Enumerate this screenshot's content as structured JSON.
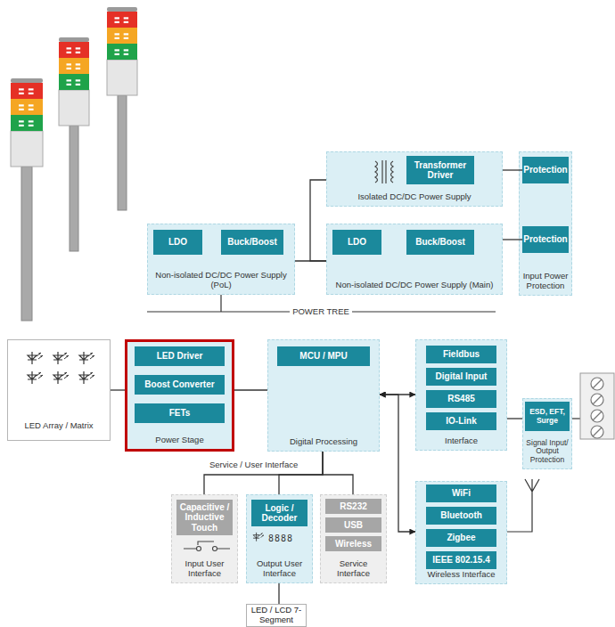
{
  "diagram": {
    "nodes": [
      {
        "text": [
          "Isolated DC/DC Power Supply"
        ]
      },
      {
        "text": [
          "Transformer Driver"
        ],
        "in": 0
      },
      {
        "text": [
          "Input Power Protection"
        ]
      },
      {
        "text": [
          "Protection"
        ],
        "in": 2
      },
      {
        "text": [
          "Protection"
        ],
        "in": 2
      },
      {
        "text": [
          "Non-isolated DC/DC Power Supply (PoL)"
        ]
      },
      {
        "text": [
          "LDO"
        ],
        "in": 5
      },
      {
        "text": [
          "Buck/Boost"
        ],
        "in": 5
      },
      {
        "text": [
          "Non-isolated DC/DC Power Supply (Main)"
        ]
      },
      {
        "text": [
          "LDO"
        ],
        "in": 8
      },
      {
        "text": [
          "Buck/Boost"
        ],
        "in": 8
      },
      {
        "text": [
          "LED Array / Matrix"
        ]
      },
      {
        "text": [
          "Power Stage"
        ]
      },
      {
        "text": [
          "LED Driver"
        ],
        "in": 12
      },
      {
        "text": [
          "Boost Converter"
        ],
        "in": 12
      },
      {
        "text": [
          "FETs"
        ],
        "in": 12
      },
      {
        "text": [
          "Digital Processing"
        ]
      },
      {
        "text": [
          "MCU / MPU"
        ],
        "in": 16
      },
      {
        "text": [
          "Interface"
        ]
      },
      {
        "text": [
          "Fieldbus"
        ],
        "in": 18
      },
      {
        "text": [
          "Digital Input"
        ],
        "in": 18
      },
      {
        "text": [
          "RS485"
        ],
        "in": 18
      },
      {
        "text": [
          "IO-Link"
        ],
        "in": 18
      },
      {
        "text": [
          "Signal Input/ Output Protection"
        ]
      },
      {
        "text": [
          "ESD, EFT, Surge"
        ],
        "in": 23
      },
      {
        "text": [
          "Input User Interface"
        ]
      },
      {
        "text": [
          "Capacitive / Inductive Touch"
        ],
        "in": 25
      },
      {
        "text": [
          "Output User Interface"
        ]
      },
      {
        "text": [
          "Logic / Decoder"
        ],
        "in": 27
      },
      {
        "text": [
          "Service Interface"
        ]
      },
      {
        "text": [
          "RS232"
        ],
        "in": 29
      },
      {
        "text": [
          "USB"
        ],
        "in": 29
      },
      {
        "text": [
          "Wireless"
        ],
        "in": 29
      },
      {
        "text": [
          "Wireless Interface"
        ]
      },
      {
        "text": [
          "WiFi"
        ],
        "in": 33
      },
      {
        "text": [
          "Bluetooth"
        ],
        "in": 33
      },
      {
        "text": [
          "Zigbee"
        ],
        "in": 33
      },
      {
        "text": [
          "IEEE 802.15.4"
        ],
        "in": 33
      },
      {
        "text": [
          "LED / LCD 7-Segment"
        ]
      }
    ],
    "edges": [
      {
        "from": 11,
        "to": 12,
        "arrow": "none"
      },
      {
        "from": 12,
        "to": 16,
        "arrow": "none"
      },
      {
        "from": 16,
        "to": 18,
        "arrow": "both"
      },
      {
        "from": 16,
        "to": 33,
        "arrow": "both"
      },
      {
        "from": 18,
        "to": 23,
        "arrow": "none"
      },
      {
        "from": 16,
        "to": 25,
        "arrow": "none"
      },
      {
        "from": 16,
        "to": 27,
        "arrow": "none"
      },
      {
        "from": 16,
        "to": 29,
        "arrow": "none"
      },
      {
        "from": 27,
        "to": 38,
        "arrow": "none"
      },
      {
        "from": 8,
        "to": 5,
        "arrow": "none"
      },
      {
        "from": 8,
        "to": 0,
        "arrow": "none"
      },
      {
        "from": 0,
        "to": 3,
        "arrow": "none"
      },
      {
        "from": 8,
        "to": 4,
        "arrow": "none"
      }
    ],
    "labels": [
      "POWER TREE",
      "Service / User Interface",
      "8888"
    ]
  }
}
